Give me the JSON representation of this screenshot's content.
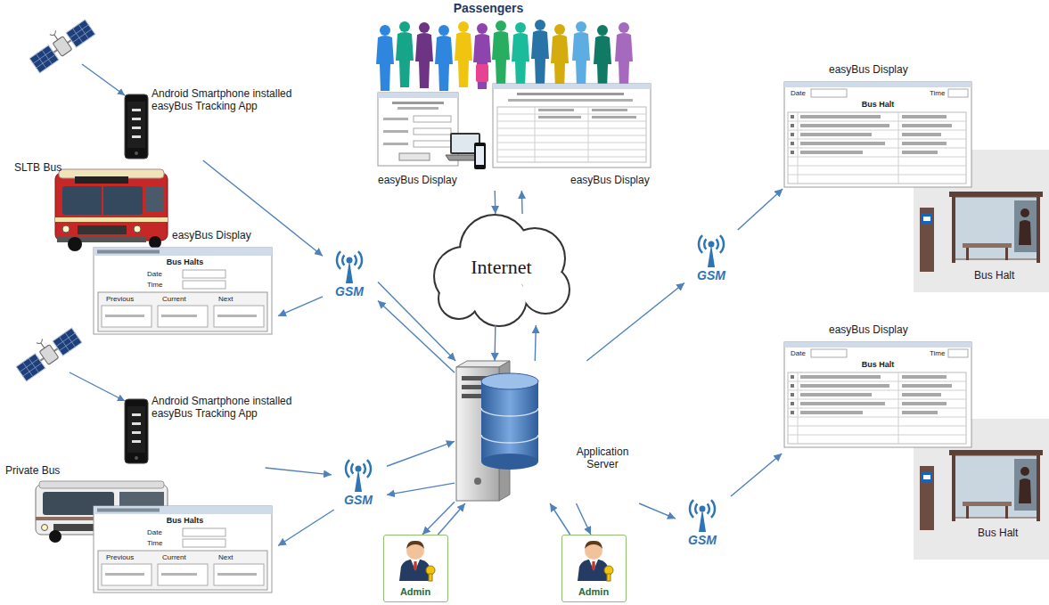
{
  "diagram": {
    "nodes": [
      {
        "text": [
          "Passengers"
        ]
      },
      {
        "text": [
          "easyBus Display"
        ],
        "in": 0
      },
      {
        "text": [
          "easyBus Display"
        ],
        "in": 0
      },
      {
        "text": [
          "Internet"
        ]
      },
      {
        "text": [
          "Application Server"
        ]
      },
      {
        "text": [
          "Admin"
        ]
      },
      {
        "text": [
          "Admin"
        ]
      },
      {
        "text": [
          "Android Smartphone installed easyBus Tracking App"
        ]
      },
      {
        "text": [
          "SLTB Bus"
        ]
      },
      {
        "text": [
          "easyBus Display",
          "Bus Halts",
          "Date",
          "Time",
          "Previous",
          "Current",
          "Next"
        ]
      },
      {
        "text": [
          "GSM"
        ]
      },
      {
        "text": [
          "Android Smartphone installed easyBus Tracking App"
        ]
      },
      {
        "text": [
          "Private Bus"
        ]
      },
      {
        "text": [
          "Bus Halts",
          "Date",
          "Time",
          "Previous",
          "Current",
          "Next"
        ]
      },
      {
        "text": [
          "GSM"
        ]
      },
      {
        "text": [
          "GSM"
        ]
      },
      {
        "text": [
          "easyBus Display",
          "Bus Halt",
          "Date",
          "Time"
        ]
      },
      {
        "text": [
          "Bus Halt"
        ]
      },
      {
        "text": [
          "GSM"
        ]
      },
      {
        "text": [
          "easyBus Display",
          "Bus Halt",
          "Date",
          "Time"
        ]
      },
      {
        "text": [
          "Bus Halt"
        ]
      }
    ],
    "edges": [
      {
        "from": 7,
        "to": 10,
        "arrow": "to"
      },
      {
        "from": 10,
        "to": 9,
        "arrow": "to"
      },
      {
        "from": 4,
        "to": 10,
        "arrow": "to"
      },
      {
        "from": 10,
        "to": 4,
        "arrow": "to"
      },
      {
        "from": 11,
        "to": 14,
        "arrow": "to"
      },
      {
        "from": 14,
        "to": 13,
        "arrow": "to"
      },
      {
        "from": 14,
        "to": 4,
        "arrow": "to"
      },
      {
        "from": 4,
        "to": 14,
        "arrow": "to"
      },
      {
        "from": 0,
        "to": 3,
        "arrow": "to"
      },
      {
        "from": 3,
        "to": 0,
        "arrow": "to"
      },
      {
        "from": 3,
        "to": 4,
        "arrow": "to"
      },
      {
        "from": 4,
        "to": 3,
        "arrow": "to"
      },
      {
        "from": 4,
        "to": 15,
        "arrow": "to"
      },
      {
        "from": 15,
        "to": 16,
        "arrow": "to"
      },
      {
        "from": 4,
        "to": 18,
        "arrow": "to"
      },
      {
        "from": 18,
        "to": 19,
        "arrow": "to"
      },
      {
        "from": 5,
        "to": 4,
        "arrow": "to"
      },
      {
        "from": 4,
        "to": 5,
        "arrow": "to"
      },
      {
        "from": 6,
        "to": 4,
        "arrow": "to"
      },
      {
        "from": 4,
        "to": 6,
        "arrow": "to"
      }
    ]
  }
}
